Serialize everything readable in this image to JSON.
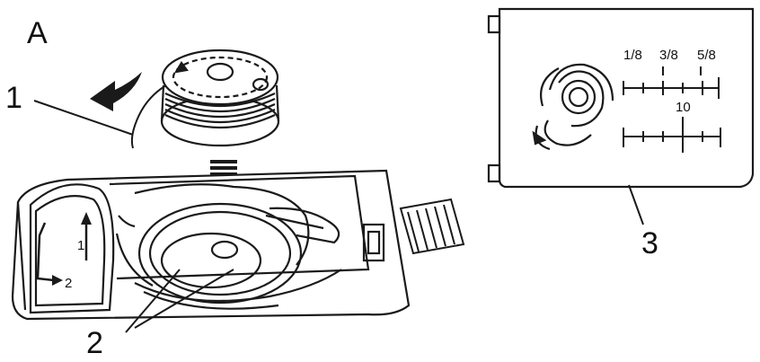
{
  "figure": {
    "panel_label": "A",
    "callouts": [
      {
        "id": "1",
        "text": "1"
      },
      {
        "id": "2",
        "text": "2"
      },
      {
        "id": "3",
        "text": "3"
      }
    ],
    "guide_arrow_1": "1",
    "guide_arrow_2": "2",
    "plate_scale": {
      "top_labels": [
        "1/8",
        "3/8",
        "5/8"
      ],
      "mid_label": "10"
    }
  },
  "colors": {
    "line": "#1a1a1a",
    "background": "#ffffff"
  }
}
